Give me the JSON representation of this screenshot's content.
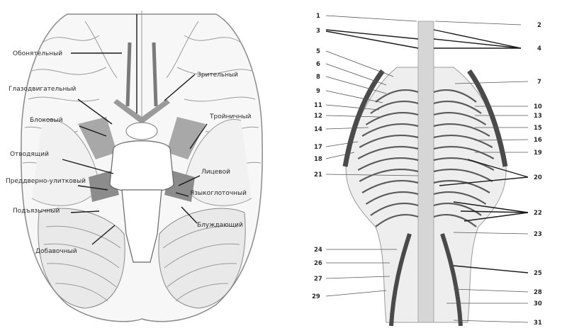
{
  "left_panel": {
    "labels": [
      {
        "id": "olfactory",
        "text": "Обонятельный"
      },
      {
        "id": "optic",
        "text": "Зрительный"
      },
      {
        "id": "oculomotor",
        "text": "Глазодвигательный"
      },
      {
        "id": "trochlear",
        "text": "Блоковый"
      },
      {
        "id": "trigeminal",
        "text": "Тройничный"
      },
      {
        "id": "abducens",
        "text": "Отводящий"
      },
      {
        "id": "facial",
        "text": "Лицевой"
      },
      {
        "id": "vestibulocochlear",
        "text": "Преддверно-улитковый"
      },
      {
        "id": "glossopharyngeal",
        "text": "Языкоглоточный"
      },
      {
        "id": "hypoglossal",
        "text": "Подъязычный"
      },
      {
        "id": "vagus",
        "text": "Блуждающий"
      },
      {
        "id": "accessory",
        "text": "Добавочный"
      }
    ]
  },
  "right_panel": {
    "labels_left": [
      "1",
      "3",
      "5",
      "6",
      "8",
      "9",
      "11",
      "12",
      "14",
      "17",
      "18",
      "21",
      "24",
      "26",
      "27",
      "29"
    ],
    "labels_right": [
      "2",
      "4",
      "7",
      "10",
      "13",
      "15",
      "16",
      "19",
      "20",
      "22",
      "23",
      "25",
      "28",
      "30",
      "31"
    ]
  }
}
